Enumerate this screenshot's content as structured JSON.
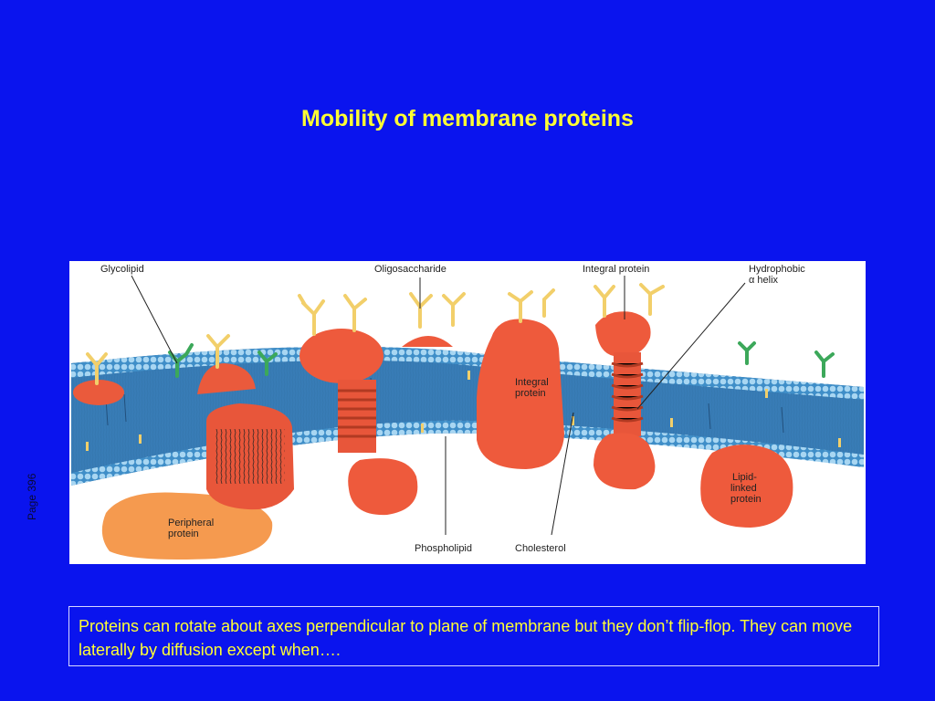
{
  "slide": {
    "title": "Mobility of membrane proteins",
    "page_ref": "Page 396",
    "caption": "Proteins can rotate about axes perpendicular to plane of membrane but they don’t flip-flop. They can move laterally by diffusion except when…."
  },
  "figure": {
    "labels": {
      "glycolipid": "Glycolipid",
      "oligosaccharide": "Oligosaccharide",
      "integral_protein_top": "Integral protein",
      "hydrophobic_line1": "Hydrophobic",
      "hydrophobic_line2": "α helix",
      "integral_inner_line1": "Integral",
      "integral_inner_line2": "protein",
      "peripheral_line1": "Peripheral",
      "peripheral_line2": "protein",
      "phospholipid": "Phospholipid",
      "cholesterol": "Cholesterol",
      "lipid_linked_line1": "Lipid-",
      "lipid_linked_line2": "linked",
      "lipid_linked_line3": "protein"
    }
  },
  "colors": {
    "background": "#0a14ee",
    "title": "#ffff33",
    "caption": "#ffff33",
    "membrane": "#3f8ec8",
    "head_groups": "#9fd0ee",
    "protein": "#f0583c",
    "oligosaccharide": "#f2cf6a",
    "glycolipid_sugar": "#3ca85a"
  }
}
